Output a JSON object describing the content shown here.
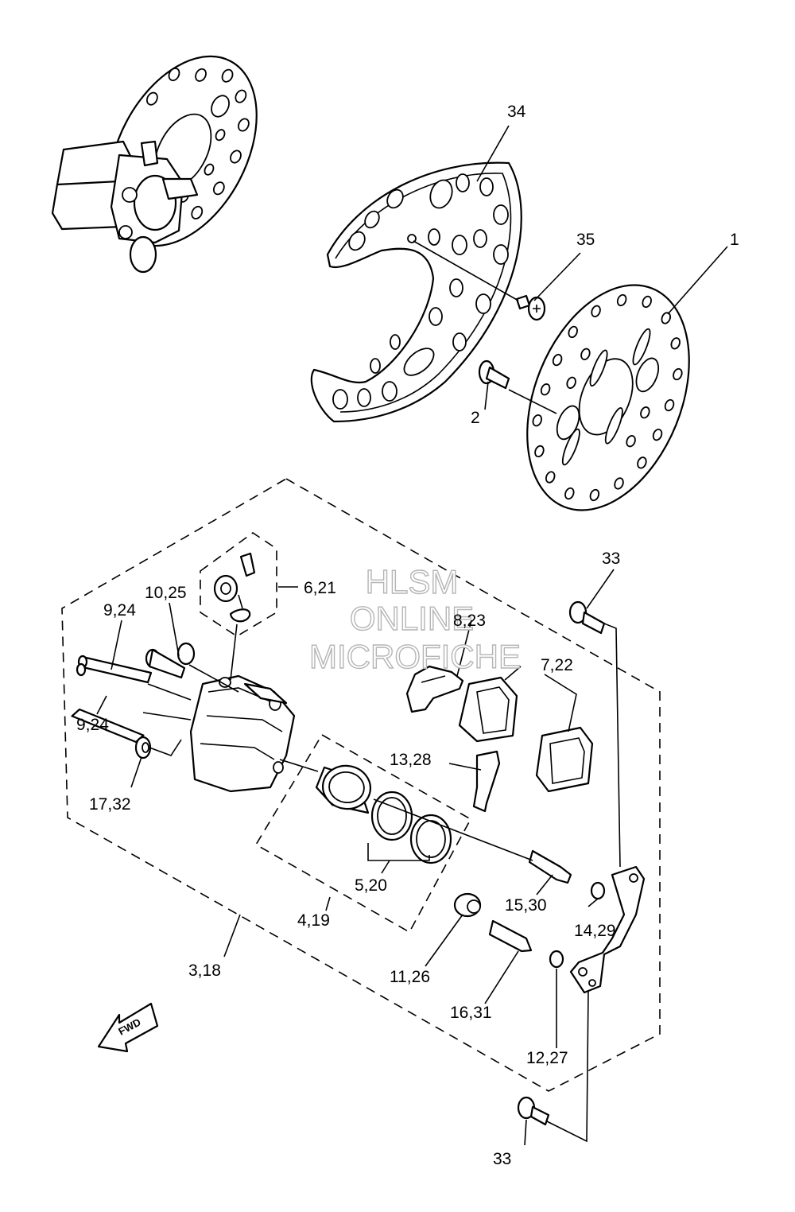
{
  "watermark": {
    "line1": "HLSM",
    "line2": "ONLINE",
    "line3": "MICROFICHE"
  },
  "fwd_label": "FWD",
  "callouts": {
    "c34": "34",
    "c35": "35",
    "c1": "1",
    "c2": "2",
    "c6_21": "6,21",
    "c10_25": "10,25",
    "c9_24_top": "9,24",
    "c9_24_bottom": "9,24",
    "c8_23": "8,23",
    "c7_22": "7,22",
    "c33_top": "33",
    "c13_28": "13,28",
    "c17_32": "17,32",
    "c5_20": "5,20",
    "c4_19": "4,19",
    "c15_30": "15,30",
    "c14_29": "14,29",
    "c11_26": "11,26",
    "c3_18": "3,18",
    "c16_31": "16,31",
    "c12_27": "12,27",
    "c33_bottom": "33"
  }
}
